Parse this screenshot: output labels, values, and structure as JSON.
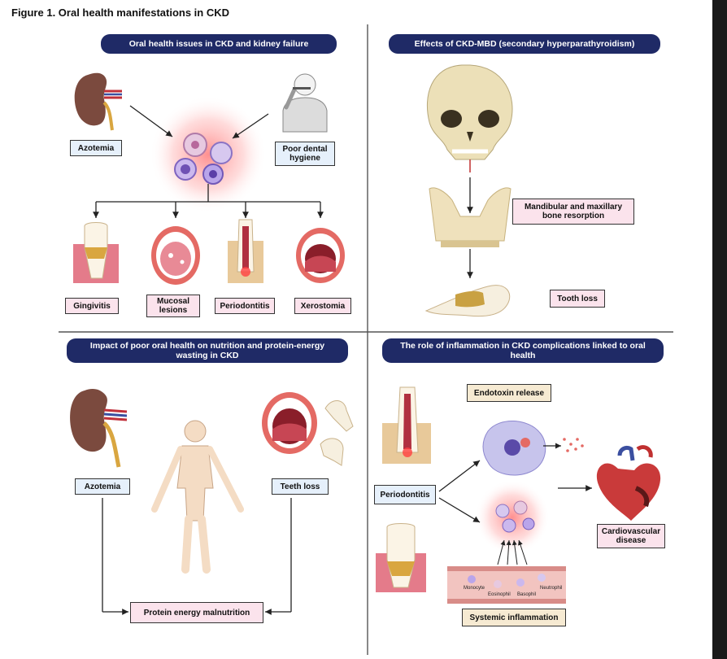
{
  "title": "Figure 1. Oral health manifestations in CKD",
  "panels": {
    "top_left": {
      "header": "Oral health issues in CKD and kidney failure",
      "labels": {
        "azotemia": "Azotemia",
        "poor_hygiene": "Poor dental hygiene",
        "gingivitis": "Gingivitis",
        "mucosal": "Mucosal lesions",
        "periodontitis": "Periodontitis",
        "xerostomia": "Xerostomia"
      }
    },
    "top_right": {
      "header": "Effects of CKD-MBD (secondary hyperparathyroidism)",
      "labels": {
        "bone_resorption": "Mandibular and maxillary bone resorption",
        "tooth_loss": "Tooth loss"
      }
    },
    "bottom_left": {
      "header": "Impact of poor oral health on nutrition and protein-energy wasting in CKD",
      "labels": {
        "azotemia": "Azotemia",
        "teeth_loss": "Teeth loss",
        "pem": "Protein energy malnutrition"
      }
    },
    "bottom_right": {
      "header": "The role of inflammation in CKD complications linked to oral health",
      "labels": {
        "endotoxin": "Endotoxin release",
        "periodontitis": "Periodontitis",
        "cardio": "Cardiovascular disease",
        "systemic": "Systemic inflammation"
      },
      "cells": {
        "monocyte": "Monocyte",
        "eosinophil": "Eosinophil",
        "basophil": "Basophil",
        "neutrophil": "Neutrophil"
      }
    }
  },
  "colors": {
    "header_bg": "#1f2a66",
    "label_blue": "#e6f0fb",
    "label_pink": "#fbe3ec",
    "label_tan": "#f6ead2"
  }
}
